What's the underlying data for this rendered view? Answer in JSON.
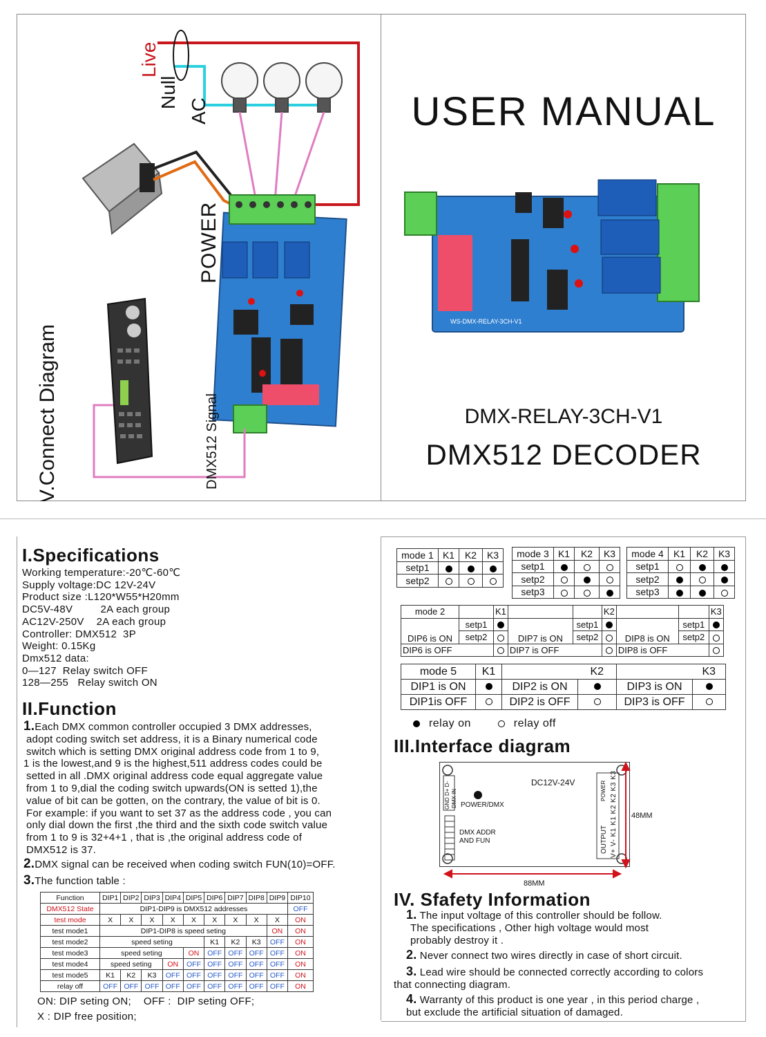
{
  "diagram": {
    "title": "V.Connect Diagram",
    "power_label": "POWER",
    "signal_label": "DMX512 Signal",
    "live_label": "Live",
    "null_label": "Null",
    "ac_label": "AC"
  },
  "cover": {
    "title": "USER MANUAL",
    "model": "DMX-RELAY-3CH-V1",
    "product": "DMX512 DECODER",
    "board_silk": "WS-DMX-RELAY-3CH-V1"
  },
  "specs": {
    "heading": "I.Specifications",
    "lines": [
      "Working temperature:-20℃-60℃",
      "Supply voltage:DC 12V-24V",
      "Product size :L120*W55*H20mm",
      "DC5V-48V         2A each group",
      "AC12V-250V    2A each group",
      "Controller: DMX512  3P",
      "Weight: 0.15Kg",
      "Dmx512 data:",
      "0—127  Relay switch OFF",
      "128—255   Relay switch ON"
    ]
  },
  "function": {
    "heading": "II.Function",
    "p1_num": "1.",
    "p1_lines": [
      "Each DMX common controller occupied 3 DMX addresses,",
      "adopt coding switch set address, it is a Binary numerical code",
      "switch which is setting DMX original address code from 1 to 9,",
      "1 is the lowest,and 9 is the highest,511 address codes  could be",
      "setted  in all .DMX original address code equal aggregate value",
      "from 1 to 9,dial the coding switch upwards(ON is setted 1),the",
      "value of bit can be  gotten, on the contrary, the value of bit is 0.",
      "For example: if you want to set 37 as the address code , you can",
      "only dial down the first ,the third and the  sixth code switch value",
      "from 1 to 9 is 32+4+1 , that is ,the original address  code of",
      "DMX512 is 37."
    ],
    "p2_num": "2.",
    "p2": "DMX signal can be received when coding switch FUN(10)=OFF.",
    "p3_num": "3.",
    "p3": "The function table :",
    "table": {
      "header": [
        "Function",
        "DIP1",
        "DIP2",
        "DIP3",
        "DIP4",
        "DIP5",
        "DIP6",
        "DIP7",
        "DIP8",
        "DIP9",
        "DIP10"
      ],
      "rows": [
        {
          "f": "DMX512 State",
          "span": "DIP1-DIP9 is DMX512 addresses",
          "d10": "OFF"
        },
        {
          "f": "test mode",
          "cells": [
            "X",
            "X",
            "X",
            "X",
            "X",
            "X",
            "X",
            "X",
            "X"
          ],
          "d10": "ON"
        },
        {
          "f": "test mode1",
          "span": "DIP1-DIP8 is speed seting",
          "d9": "ON",
          "d10": "ON"
        },
        {
          "f": "test mode2",
          "span6": "speed seting",
          "c7": "K1",
          "c8": "K2",
          "c9": "K3",
          "d10": "ON"
        },
        {
          "f": "test mode3",
          "span4": "speed seting",
          "c5": "ON",
          "c6": "OFF",
          "c7": "OFF",
          "c8": "OFF",
          "c9": "OFF",
          "d10": "ON"
        },
        {
          "f": "test mode4",
          "span3": "speed seting",
          "c4": "ON",
          "c5": "OFF",
          "c6": "OFF",
          "c7": "OFF",
          "c8": "OFF",
          "c9": "OFF",
          "d10": "ON"
        },
        {
          "f": "test mode5",
          "c1": "K1",
          "c2": "K2",
          "c3": "K3",
          "c4": "OFF",
          "c5": "OFF",
          "c6": "OFF",
          "c7": "OFF",
          "c8": "OFF",
          "c9": "OFF",
          "d10": "ON"
        },
        {
          "f": "relay off",
          "cells": [
            "OFF",
            "OFF",
            "OFF",
            "OFF",
            "OFF",
            "OFF",
            "OFF",
            "OFF",
            "OFF"
          ],
          "d10": "ON"
        }
      ]
    },
    "note1": "ON: DIP seting ON;    OFF :  DIP seting OFF;",
    "note2": "X :  DIP free position;"
  },
  "modes": {
    "m1": {
      "title": "mode 1",
      "k": [
        "K1",
        "K2",
        "K3"
      ],
      "rows": [
        [
          "setp1",
          "on",
          "on",
          "on"
        ],
        [
          "setp2",
          "off",
          "off",
          "off"
        ]
      ]
    },
    "m3": {
      "title": "mode 3",
      "k": [
        "K1",
        "K2",
        "K3"
      ],
      "rows": [
        [
          "setp1",
          "on",
          "off",
          "off"
        ],
        [
          "setp2",
          "off",
          "on",
          "off"
        ],
        [
          "setp3",
          "off",
          "off",
          "on"
        ]
      ]
    },
    "m4": {
      "title": "mode 4",
      "k": [
        "K1",
        "K2",
        "K3"
      ],
      "rows": [
        [
          "setp1",
          "off",
          "on",
          "on"
        ],
        [
          "setp2",
          "on",
          "off",
          "on"
        ],
        [
          "setp3",
          "on",
          "on",
          "off"
        ]
      ]
    },
    "m2": {
      "title": "mode 2",
      "k": [
        "K1",
        "K2",
        "K3"
      ],
      "setp1": "setp1",
      "setp2": "setp2",
      "dip_on": [
        "DIP6 is ON",
        "DIP7 is ON",
        "DIP8 is ON"
      ],
      "dip_off": [
        "DIP6 is OFF",
        "DIP7 is OFF",
        "DIP8 is OFF"
      ]
    },
    "m5": {
      "title": "mode 5",
      "k": [
        "K1",
        "K2",
        "K3"
      ],
      "on": [
        "DIP1 is ON",
        "DIP2 is ON",
        "DIP3 is ON"
      ],
      "off": [
        "DIP1is OFF",
        "DIP2 is OFF",
        "DIP3 is OFF"
      ]
    },
    "legend_on": "relay on",
    "legend_off": "relay off"
  },
  "interface": {
    "heading": "III.Interface diagram",
    "dc": "DC12V-24V",
    "power_dmx": "POWER/DMX",
    "addr": "DMX ADDR",
    "fun": "AND FUN",
    "width": "88MM",
    "height": "48MM",
    "dmx_in": "DMX IN",
    "gnd": "GND D+ D-",
    "power": "POWER",
    "output": "OUTPUT",
    "pins": "V+ V- K1 K1 K2 K2 K3 K3"
  },
  "safety": {
    "heading": "IV. Sfafety Information",
    "items": [
      {
        "num": "1.",
        "lines": [
          "The input voltage of this controller should be follow.",
          "The specifications , Other high voltage would most",
          "probably destroy it ."
        ]
      },
      {
        "num": "2.",
        "lines": [
          "Never connect two wires directly in case of short circuit."
        ]
      },
      {
        "num": "3.",
        "lines": [
          "Lead wire should be connected correctly according to colors",
          "that connecting diagram."
        ]
      },
      {
        "num": "4.",
        "lines": [
          "Warranty of this product is one year , in this period charge ,",
          "but exclude the artificial situation of damaged."
        ]
      }
    ]
  },
  "colors": {
    "live": "#c8161d",
    "null": "#2ad0e0",
    "relay": "#e07cc0",
    "pcb": "#2f7fd0",
    "terminal": "#5ccf56"
  }
}
